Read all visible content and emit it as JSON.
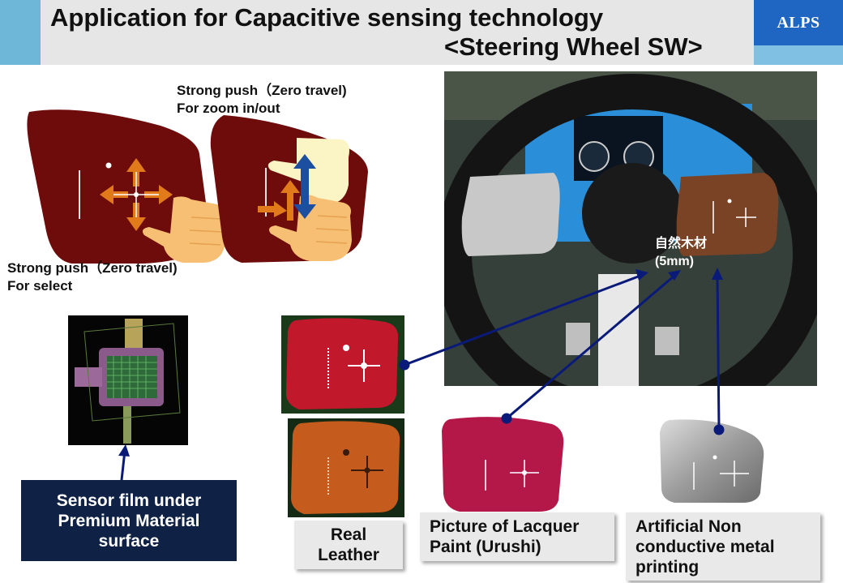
{
  "header": {
    "title_line1": "Application for Capacitive sensing technology",
    "title_line2": "<Steering Wheel SW>",
    "logo": "ALPS"
  },
  "gestures": {
    "zoom_line1": "Strong push（Zero travel)",
    "zoom_line2": "For zoom in/out",
    "select_line1": "Strong push（Zero travel)",
    "select_line2": "For select"
  },
  "wheel_photo": {
    "material_label_line1": "自然木材",
    "material_label_line2": "(5mm)"
  },
  "sensor": {
    "line1": "Sensor film under",
    "line2": "Premium Material",
    "line3": "surface"
  },
  "materials": {
    "leather_line1": "Real",
    "leather_line2": "Leather",
    "lacquer_line1": "Picture of Lacquer",
    "lacquer_line2": "Paint (Urushi)",
    "metal_line1": "Artificial Non",
    "metal_line2": "conductive metal",
    "metal_line3": "printing"
  },
  "colors": {
    "header_accent": "#6fb7d9",
    "logo_bg": "#1f66c2",
    "pad_dark_red": "#6e0b0b",
    "arrow_navy": "#0a1a78",
    "sensor_box": "#0f2245"
  },
  "icons": [
    "four-way-arrow-icon",
    "up-down-arrow-icon",
    "hand-icon",
    "crosshair-icon"
  ]
}
